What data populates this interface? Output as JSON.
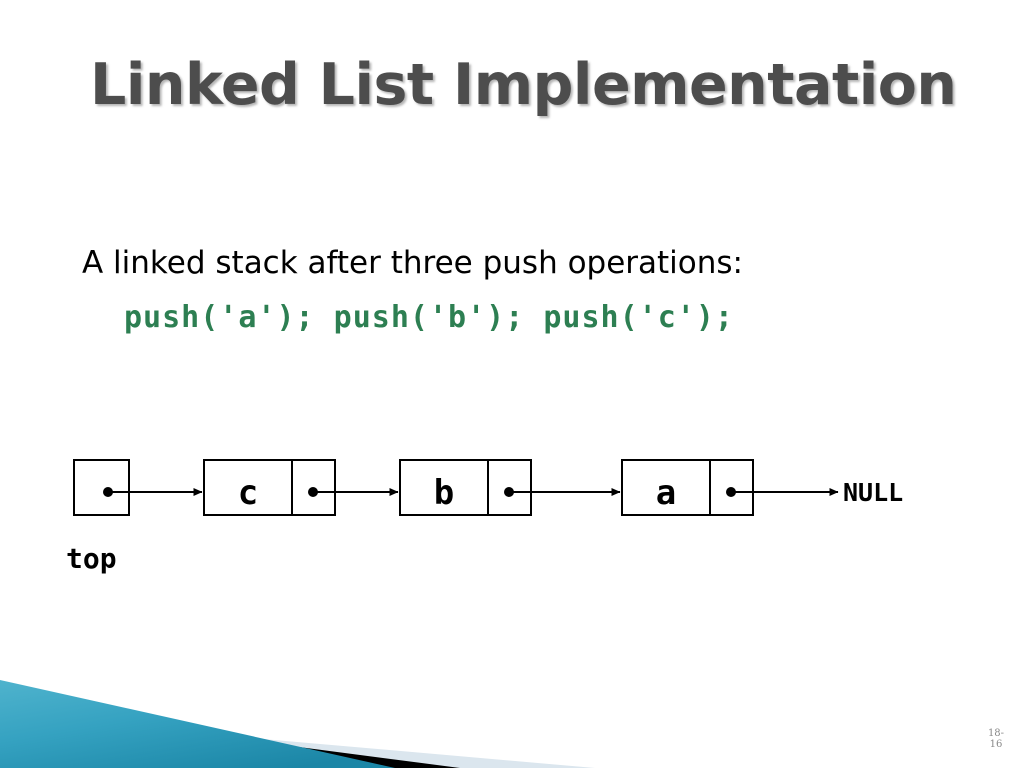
{
  "slide": {
    "title": "Linked List Implementation",
    "page_number_line1": "18-",
    "page_number_line2": "16"
  },
  "content": {
    "description": "A linked stack after three push operations:",
    "code": "push('a'); push('b'); push('c');"
  },
  "diagram": {
    "top_pointer_label": "top",
    "null_label": "NULL",
    "nodes": [
      {
        "value": "c"
      },
      {
        "value": "b"
      },
      {
        "value": "a"
      }
    ]
  },
  "colors": {
    "title": "#4d4d4d",
    "code_green": "#2d7f52",
    "deco_teal": "#3ba5c2",
    "deco_teal_dark": "#1f8aa8",
    "deco_pale": "#dbe6ee",
    "deco_black": "#000000",
    "page_number": "#8a8a8a"
  }
}
